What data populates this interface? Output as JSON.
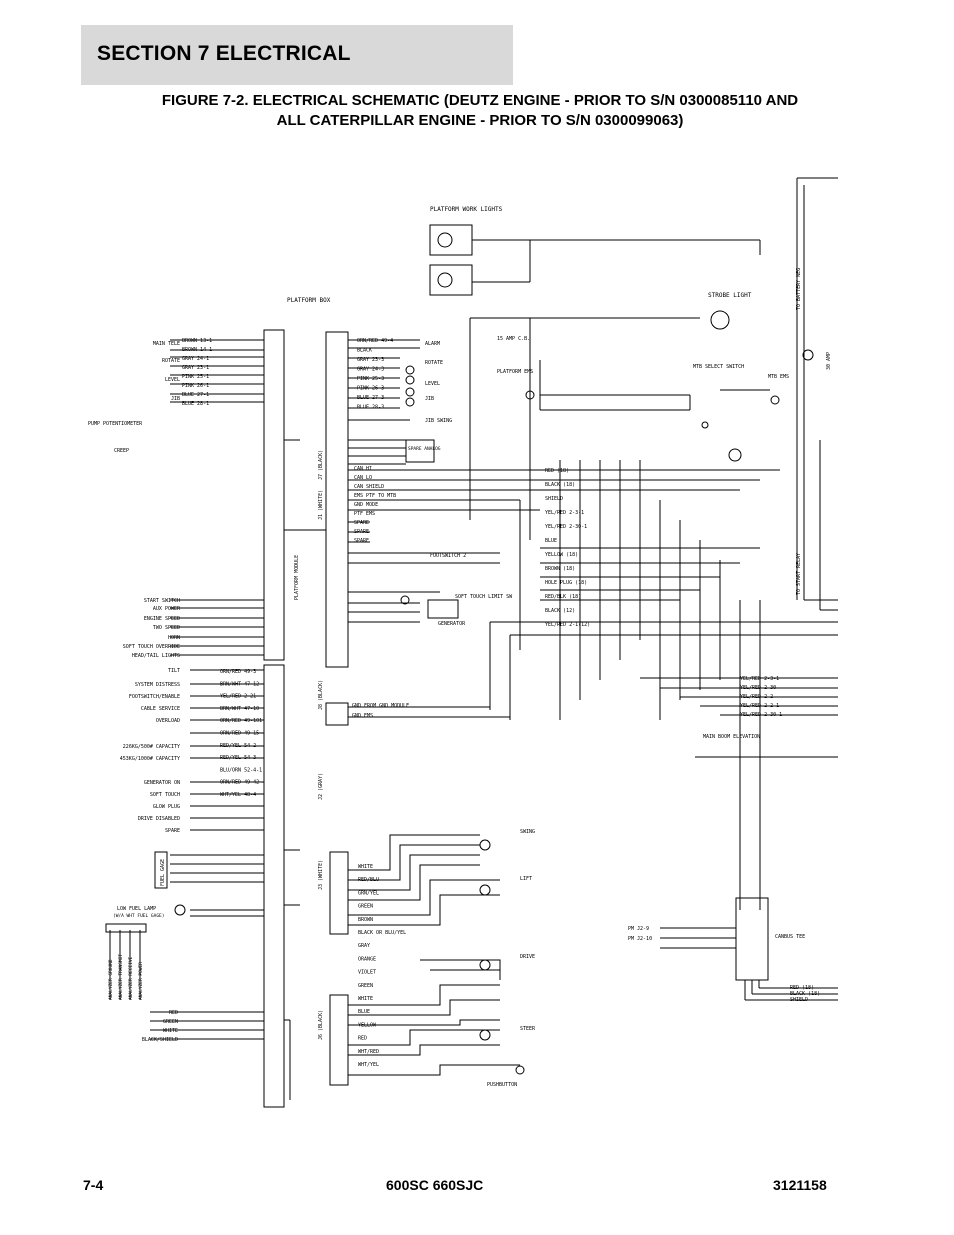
{
  "header": {
    "section": "SECTION 7   ELECTRICAL",
    "figure_line1": "FIGURE 7-2. ELECTRICAL SCHEMATIC (DEUTZ ENGINE - PRIOR TO S/N 0300085110 AND",
    "figure_line2": "ALL CATERPILLAR ENGINE - PRIOR TO S/N 0300099063)"
  },
  "footer": {
    "page": "7-4",
    "model": "600SC 660SJC",
    "doc": "3121158"
  },
  "schematic": {
    "titles": {
      "work_lights": "PLATFORM WORK LIGHTS",
      "platform_box": "PLATFORM BOX",
      "strobe": "STROBE LIGHT",
      "mtb_select": "MTB SELECT SWITCH",
      "mtb_ems": "MTB EMS",
      "cb": "15 AMP C.B.",
      "platform_ems": "PLATFORM EMS",
      "platform_module": "PLATFORM MODULE",
      "to_battery": "TO BATTERY NEG",
      "to_start_relay": "TO START RELAY",
      "fuse": "30 AMP",
      "main_boom": "MAIN BOOM ELEVATION",
      "canbus_tee": "CANBUS TEE",
      "pushbutton": "PUSHBUTTON",
      "low_fuel": "LOW FUEL LAMP",
      "low_fuel_sub": "(W/A WHT FUEL GAGE)",
      "fuel_gage": "FUEL GAGE",
      "pump_pot": "PUMP POTENTIOMETER",
      "creep": "CREEP",
      "spare_analog": "SPARE ANALOG"
    },
    "left_labels": [
      "MAIN TELE",
      "ROTATE",
      "LEVEL",
      "JIB",
      "START SWITCH",
      "AUX POWER",
      "ENGINE SPEED",
      "TWO SPEED",
      "HORN",
      "SOFT TOUCH OVERRIDE",
      "HEAD/TAIL LIGHTS",
      "TILT",
      "SYSTEM DISTRESS",
      "FOOTSWITCH/ENABLE",
      "CABLE SERVICE",
      "OVERLOAD",
      "226KG/500# CAPACITY",
      "453KG/1000# CAPACITY",
      "GENERATOR ON",
      "SOFT TOUCH",
      "GLOW PLUG",
      "DRIVE DISABLED",
      "SPARE"
    ],
    "j1_wires": [
      "BROWN 13-1",
      "BROWN 14-1",
      "GRAY 24-1",
      "GRAY 23-1",
      "PINK 25-1",
      "PINK 26-1",
      "BLUE 27-1",
      "BLUE 28-1"
    ],
    "j1_right": [
      "ORN/RED 49-4",
      "BLACK",
      "GRAY 23-3",
      "GRAY 24-3",
      "PINK 25-3",
      "PINK 26-3",
      "BLUE 27-3",
      "BLUE 28-3"
    ],
    "switch_labels": [
      "ALARM",
      "ROTATE",
      "LEVEL",
      "JIB",
      "JIB SWING"
    ],
    "j2_wires": [
      "ORN/RED 49-3",
      "BRN/WHT 47-12",
      "YEL/RED 2-21",
      "BRN/WHT 47-10",
      "ORN/RED 49-101",
      "ORN/RED 49-15",
      "RED/YEL 54-2",
      "RED/YEL 54-3",
      "BLU/ORN 52-4-1",
      "ORN/RED 49-42",
      "WHT/YEL 48-4"
    ],
    "bus_wires": [
      "RED (18)",
      "BLACK (18)",
      "SHIELD",
      "YEL/RED 2-3-1",
      "YEL/RED 2-30-1",
      "BLUE",
      "YELLOW (18)",
      "BROWN (18)",
      "HOLE PLUG (18)",
      "RED/BLK (18)",
      "BLACK (12)",
      "YEL/RED 2-1(12)"
    ],
    "right_wires": [
      "YEL/RED 2-3-1",
      "YEL/RED 2-30",
      "YEL/RED 2-2",
      "YEL/RED 2-2-1",
      "YEL/RED 2-30-1"
    ],
    "controller": [
      "SWING",
      "LIFT",
      "DRIVE",
      "STEER"
    ],
    "j5_j6_wires": [
      "WHITE",
      "RED/BLU",
      "GRN/YEL",
      "GREEN",
      "BROWN",
      "BLACK OR BLU/YEL",
      "GRAY",
      "ORANGE",
      "VIOLET",
      "GREEN",
      "WHITE",
      "BLUE",
      "YELLOW",
      "RED",
      "WHT/RED",
      "WHT/YEL"
    ],
    "connectors": [
      "J1 (WHITE)",
      "J2 (GRAY)",
      "J3 (WHITE)",
      "J6 (BLACK)",
      "J7 (BLACK)",
      "J8 (BLACK)"
    ],
    "bottom_left": [
      "ANALYZER GROUND",
      "ANALYZER TRANSMIT",
      "ANALYZER RECEIVE",
      "ANALYZER POWER"
    ],
    "bottom_left_wires": [
      "RED",
      "GREEN",
      "WHITE",
      "BLACK/SHIELD"
    ],
    "canbus_wires": [
      "RED (18)",
      "BLACK (18)",
      "SHIELD"
    ],
    "pm_labels": [
      "PM J2-9",
      "PM J2-10"
    ],
    "footswitch": "FOOTSWITCH 2",
    "soft_touch": "SOFT TOUCH LIMIT SW",
    "generator": "GENERATOR",
    "gnd": [
      "GND FROM GND MODULE",
      "GND EMS"
    ],
    "misc": [
      "CAN HI",
      "CAN LO",
      "CAN SHIELD",
      "EMS PTF TO MTB",
      "GND MODE",
      "PTF EMS",
      "SPARE",
      "SPARE",
      "SPARE"
    ]
  }
}
